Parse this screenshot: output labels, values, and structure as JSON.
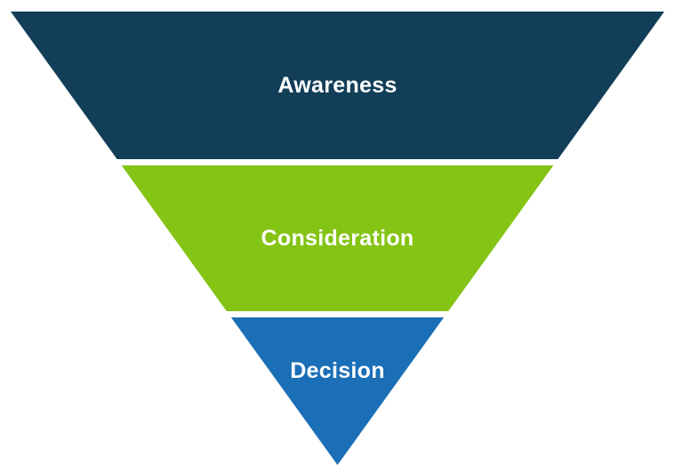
{
  "diagram": {
    "type": "inverted-funnel",
    "background_color": "#ffffff",
    "separator_color": "#ffffff",
    "stages": [
      {
        "label": "Awareness",
        "color": "#123E58",
        "text_color": "#ffffff"
      },
      {
        "label": "Consideration",
        "color": "#84C414",
        "text_color": "#ffffff"
      },
      {
        "label": "Decision",
        "color": "#1B6FB6",
        "text_color": "#ffffff"
      }
    ]
  }
}
